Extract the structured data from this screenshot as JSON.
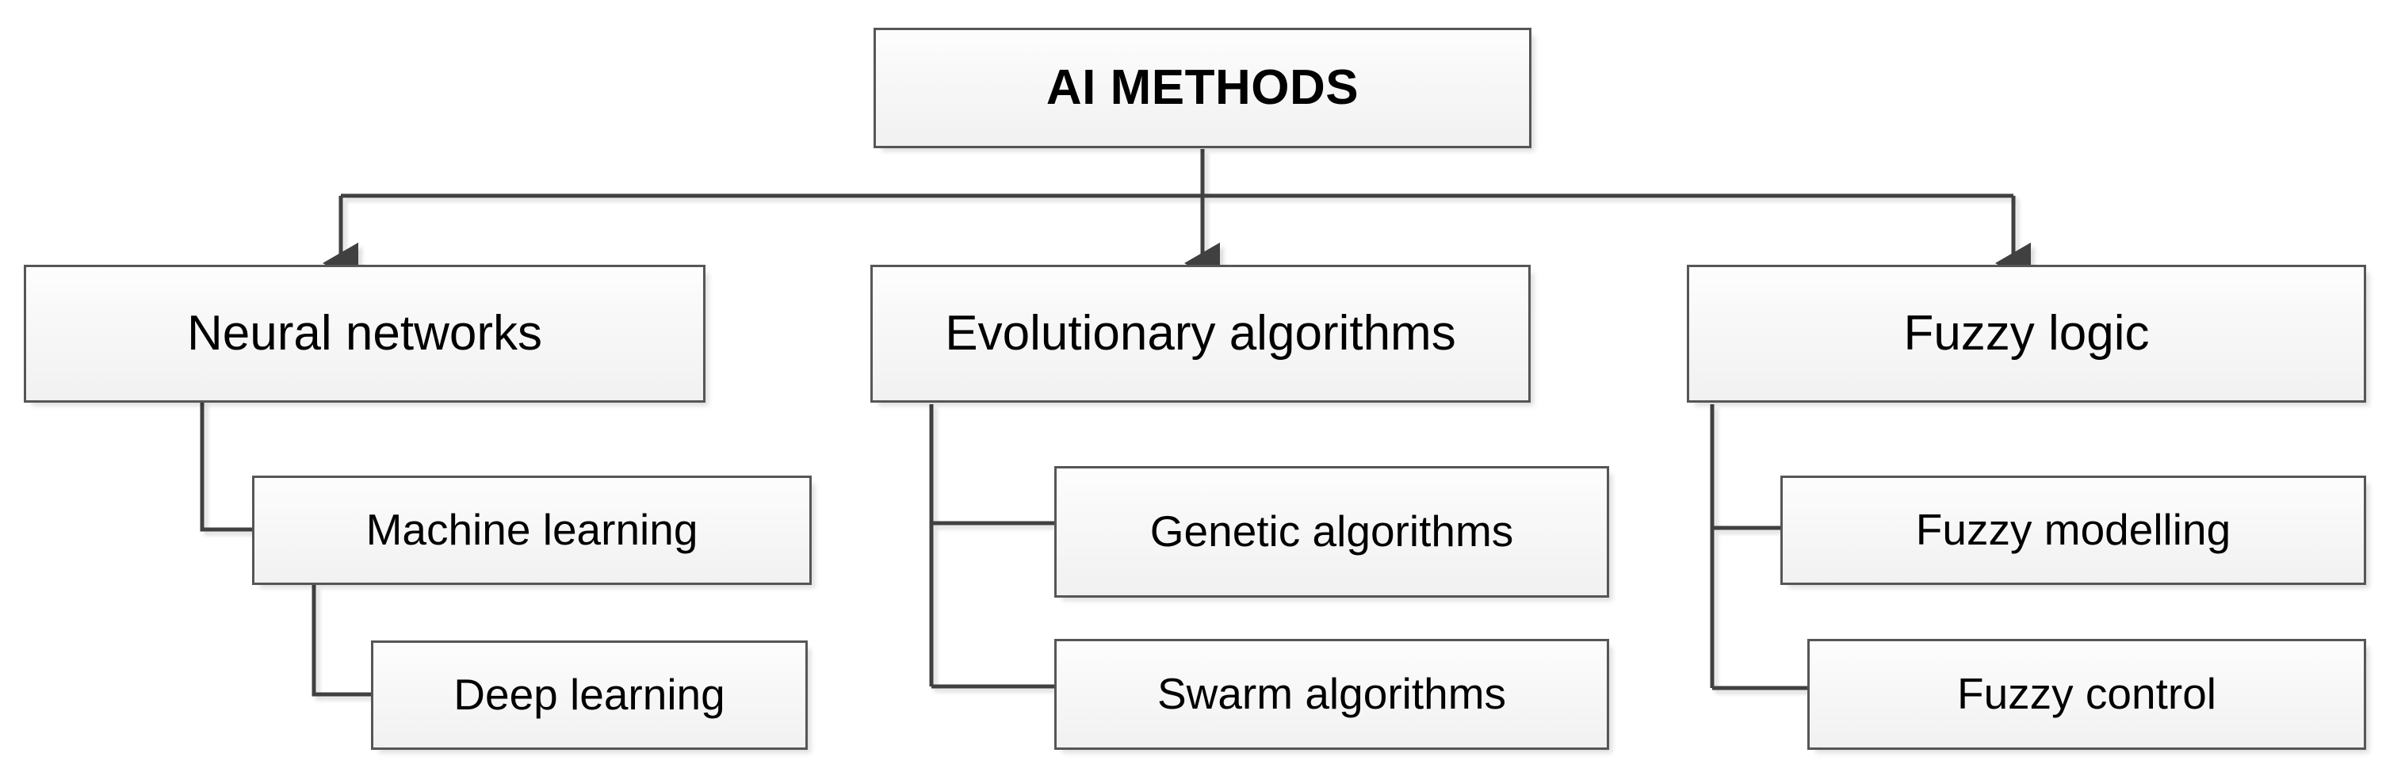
{
  "diagram": {
    "title": "AI METHODS",
    "type": "hierarchy-tree",
    "colors": {
      "box_border": "#565656",
      "box_fill_top": "#fdfdfd",
      "box_fill_bottom": "#f1f1f1",
      "connector": "#3f3f3f",
      "text": "#000000",
      "background": "#ffffff"
    },
    "root": {
      "label": "AI METHODS",
      "bold": true
    },
    "branches": [
      {
        "label": "Neural networks",
        "children": [
          {
            "label": "Machine learning"
          },
          {
            "label": "Deep learning"
          }
        ]
      },
      {
        "label": "Evolutionary algorithms",
        "children": [
          {
            "label": "Genetic algorithms"
          },
          {
            "label": "Swarm algorithms"
          }
        ]
      },
      {
        "label": "Fuzzy logic",
        "children": [
          {
            "label": "Fuzzy modelling"
          },
          {
            "label": "Fuzzy control"
          }
        ]
      }
    ]
  }
}
